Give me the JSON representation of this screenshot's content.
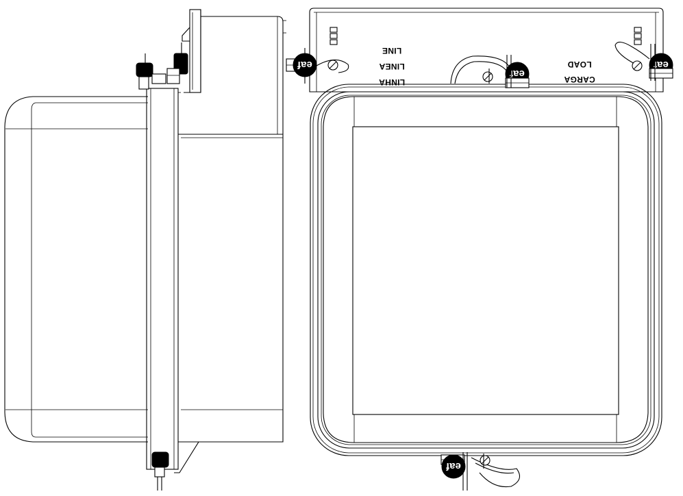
{
  "labels": {
    "line_en": "LINE",
    "line_es": "LINEA",
    "line_pt": "LINHA",
    "load_en": "LOAD",
    "load_es_pt": "CARGA"
  },
  "seal_text": "eaf",
  "seals": [
    {
      "name": "seal-top-left"
    },
    {
      "name": "seal-top-center"
    },
    {
      "name": "seal-top-right"
    },
    {
      "name": "seal-bottom"
    }
  ],
  "views": [
    "side-view",
    "front-view"
  ],
  "colors": {
    "line": "#000000",
    "background": "#ffffff",
    "seal_fill": "#000000"
  }
}
